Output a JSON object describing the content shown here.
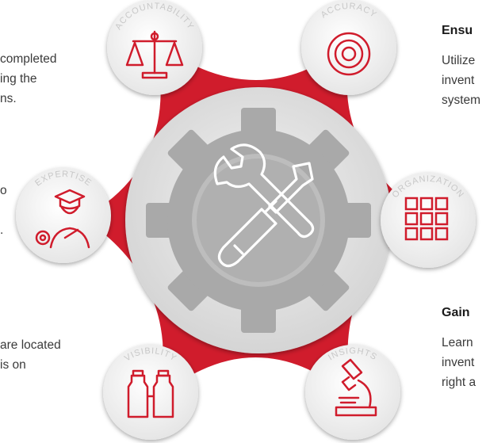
{
  "diagram": {
    "center_icon": "wrench-screwdriver-icon",
    "colors": {
      "red": "#d01c2c",
      "gear": "#a9a9a9",
      "gear_light": "#dcdcdc",
      "circle_bg": "#ededed",
      "label": "#c8c8c8"
    },
    "circles": [
      {
        "label": "ACCOUNTABILITY",
        "icon": "balance-scale-icon"
      },
      {
        "label": "ACCURACY",
        "icon": "target-icon"
      },
      {
        "label": "EXPERTISE",
        "icon": "graduate-gear-icon"
      },
      {
        "label": "ORGANIZATION",
        "icon": "grid-icon"
      },
      {
        "label": "VISIBILITY",
        "icon": "binoculars-icon"
      },
      {
        "label": "INSIGHTS",
        "icon": "microscope-icon"
      }
    ]
  },
  "text": {
    "left_top": [
      "completed",
      "ing the",
      "ns."
    ],
    "left_mid": [
      "o",
      "."
    ],
    "left_bottom": [
      "are located",
      "is on"
    ],
    "right_top_heading": "Ensu",
    "right_top": [
      "Utilize",
      "invent",
      "system"
    ],
    "right_bottom_heading": "Gain",
    "right_bottom": [
      "Learn",
      "invent",
      "right a"
    ]
  }
}
